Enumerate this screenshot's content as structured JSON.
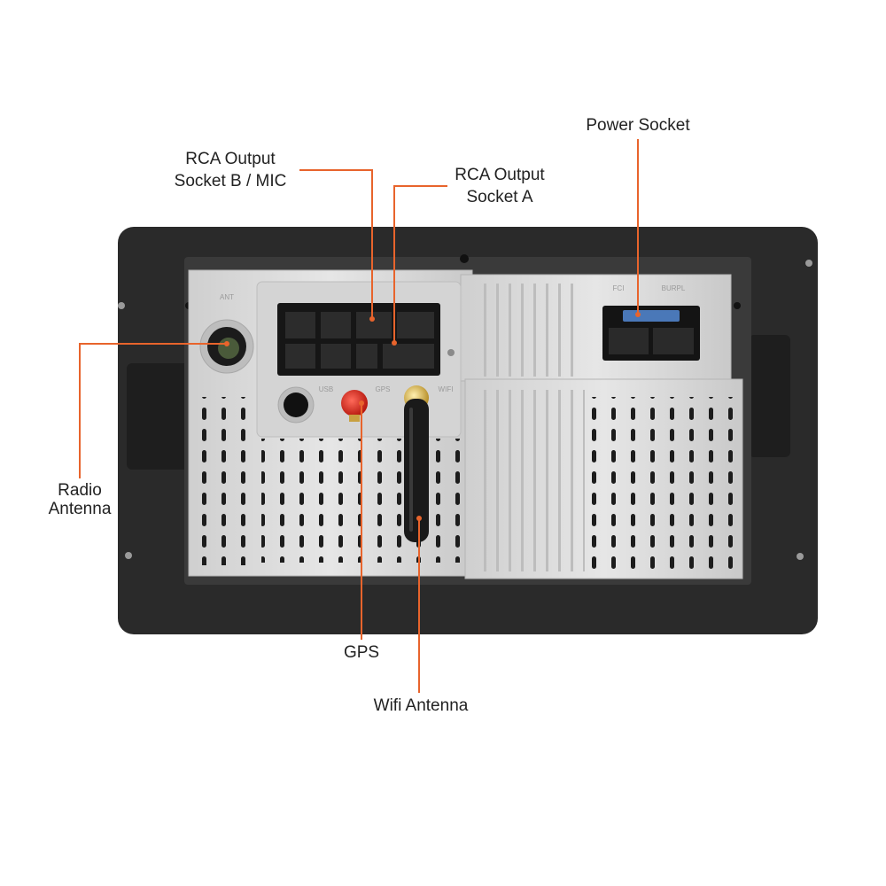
{
  "colors": {
    "leader_line": "#e8642c",
    "bezel": "#2a2a2a",
    "chassis": "#d9d9d9",
    "label_text": "#222222"
  },
  "labels": {
    "power_socket": "Power Socket",
    "rca_b_line1": "RCA Output",
    "rca_b_line2": "Socket B / MIC",
    "rca_a_line1": "RCA Output",
    "rca_a_line2": "Socket A",
    "radio_line1": "Radio",
    "radio_line2": "Antenna",
    "gps": "GPS",
    "wifi": "Wifi Antenna"
  },
  "panel_markings": {
    "ant": "ANT",
    "usb": "USB",
    "gps": "GPS",
    "wifi": "WIFI",
    "fuse_left": "FCI",
    "fuse_right": "BURPL"
  }
}
